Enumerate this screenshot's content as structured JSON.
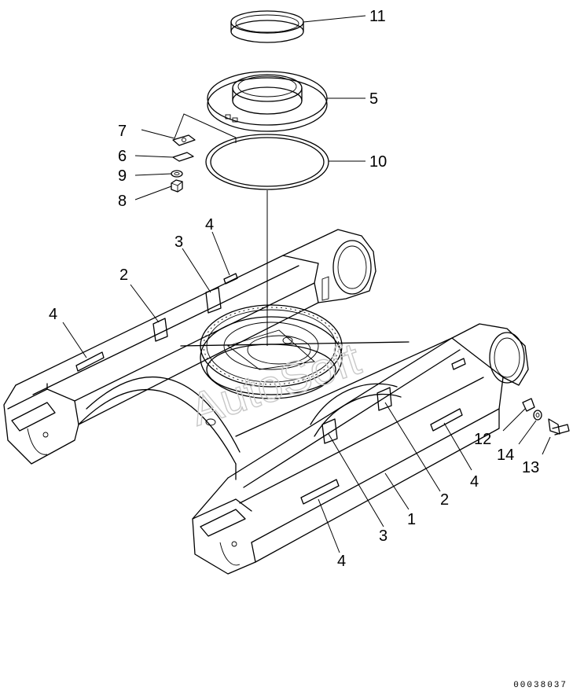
{
  "callouts": {
    "c11": "11",
    "c5": "5",
    "c7": "7",
    "c6": "6",
    "c9": "9",
    "c8": "8",
    "c10": "10",
    "c4_top": "4",
    "c3_top": "3",
    "c2_top": "2",
    "c4_left": "4",
    "c12": "12",
    "c14": "14",
    "c13": "13",
    "c2_bottom": "2",
    "c4_right": "4",
    "c1": "1",
    "c3_bottom": "3",
    "c4_bottom": "4"
  },
  "watermark": "AutoSoft",
  "document_number": "00038037"
}
